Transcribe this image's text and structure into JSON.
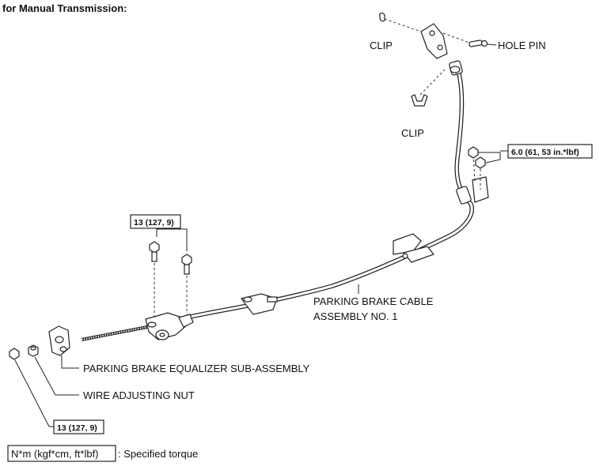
{
  "header": {
    "title": "for Manual Transmission:"
  },
  "labels": {
    "clip_top": "CLIP",
    "hole_pin": "HOLE PIN",
    "clip_mid": "CLIP",
    "cable": [
      "PARKING BRAKE CABLE",
      "ASSEMBLY NO. 1"
    ],
    "equalizer": "PARKING BRAKE EQUALIZER SUB-ASSEMBLY",
    "wire_nut": "WIRE ADJUSTING NUT"
  },
  "torque": {
    "right": "6.0 (61, 53 in.*lbf)",
    "middle": "13 (127, 9)",
    "bottom": "13 (127, 9)"
  },
  "legend": {
    "box": "N*m (kgf*cm, ft*lbf)",
    "text": ": Specified torque"
  }
}
